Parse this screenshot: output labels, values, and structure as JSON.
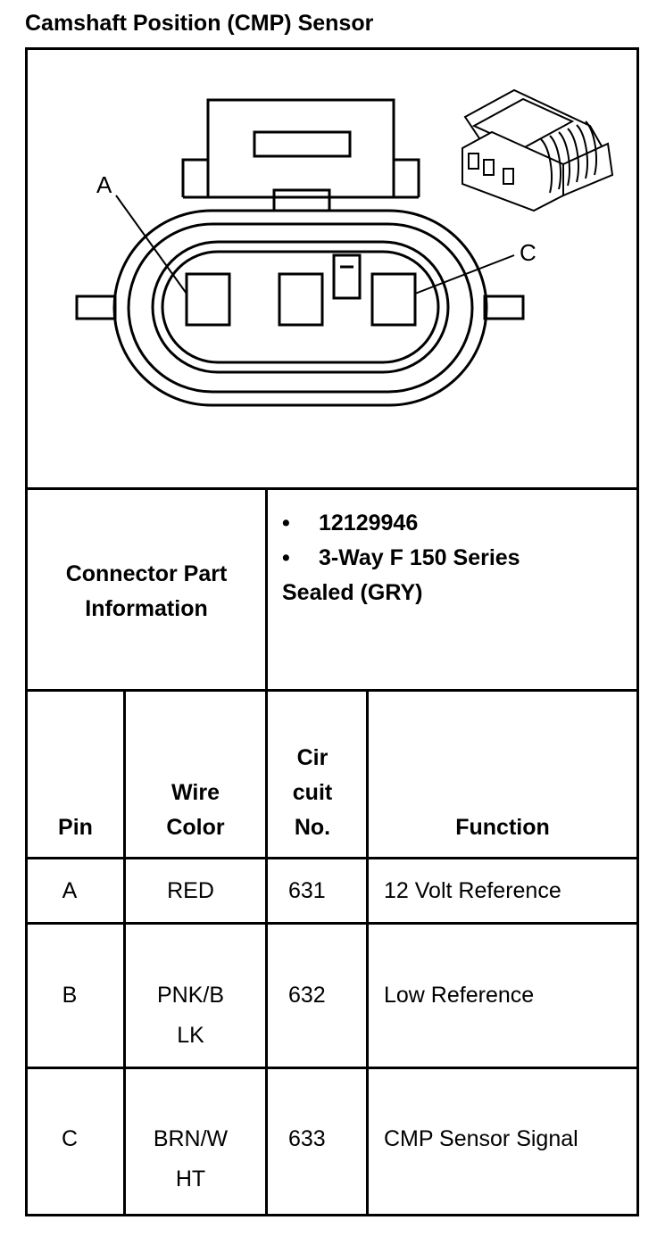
{
  "title": "Camshaft Position (CMP) Sensor",
  "diagram": {
    "pin_labels": [
      "A",
      "C"
    ]
  },
  "connector_info": {
    "label_lines": [
      "Connector Part",
      "Information"
    ],
    "bullets": [
      "12129946",
      "3-Way F 150 Series"
    ],
    "continuation": "Sealed (GRY)"
  },
  "table": {
    "headers": {
      "pin": [
        "Pin"
      ],
      "wire_color": [
        "Wire",
        "Color"
      ],
      "circuit_no": [
        "Cir",
        "cuit",
        "No."
      ],
      "function": [
        "Function"
      ]
    },
    "rows": [
      {
        "pin": "A",
        "wire_color": [
          "RED"
        ],
        "circuit": "631",
        "function": "12 Volt Reference"
      },
      {
        "pin": "B",
        "wire_color": [
          "PNK/B",
          "LK"
        ],
        "circuit": "632",
        "function": "Low Reference"
      },
      {
        "pin": "C",
        "wire_color": [
          "BRN/W",
          "HT"
        ],
        "circuit": "633",
        "function": "CMP Sensor Signal"
      }
    ]
  }
}
